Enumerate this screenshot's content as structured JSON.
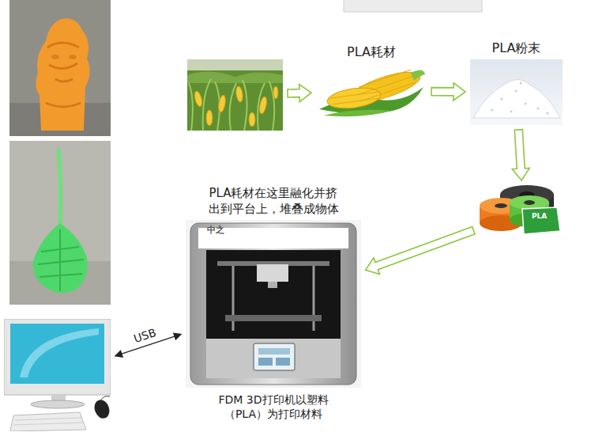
{
  "diagram": {
    "nodes": [
      {
        "text": []
      },
      {
        "text": [
          "PLA耗材"
        ]
      },
      {
        "text": [
          "PLA粉末"
        ]
      },
      {
        "text": [
          "PLA"
        ]
      },
      {
        "text": [
          "PLA耗材在这里融化并挤出到平台上，堆叠成物体",
          "FDM 3D打印机以塑料（PLA）为打印材料"
        ]
      },
      {
        "text": []
      }
    ],
    "edges": [
      {
        "from": 0,
        "to": 1,
        "arrow": "to"
      },
      {
        "from": 1,
        "to": 2,
        "arrow": "to"
      },
      {
        "from": 2,
        "to": 3,
        "arrow": "to"
      },
      {
        "from": 3,
        "to": 4,
        "arrow": "to"
      },
      {
        "from": 5,
        "to": 4,
        "label": "USB",
        "arrow": "both"
      }
    ],
    "labels": [
      "中之"
    ]
  }
}
